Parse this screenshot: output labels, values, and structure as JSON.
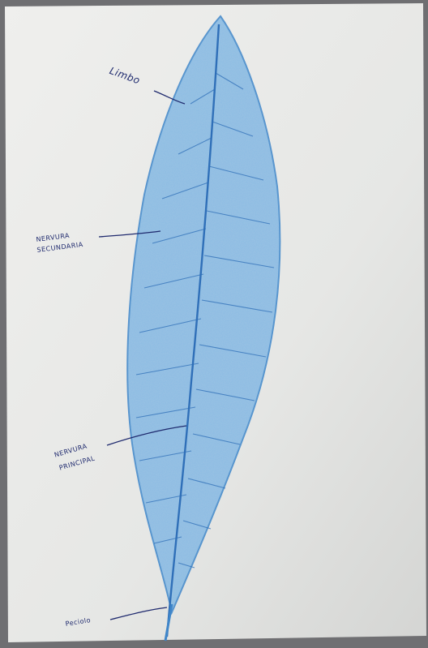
{
  "labels": {
    "limbo": "Limbo",
    "secundaria_line1": "NERVURA",
    "secundaria_line2": "SECUNDARIA",
    "principal_line1": "NERVURA",
    "principal_line2": "PRINCIPAL",
    "peciolo": "Peciolo"
  },
  "colors": {
    "paper": "#e7e8e6",
    "backdrop": "#6f6f72",
    "leaf_fill": "#8cbbe3",
    "leaf_edge": "#3f86c9",
    "vein": "#2f6fb8",
    "ink": "#1f2a6e"
  }
}
